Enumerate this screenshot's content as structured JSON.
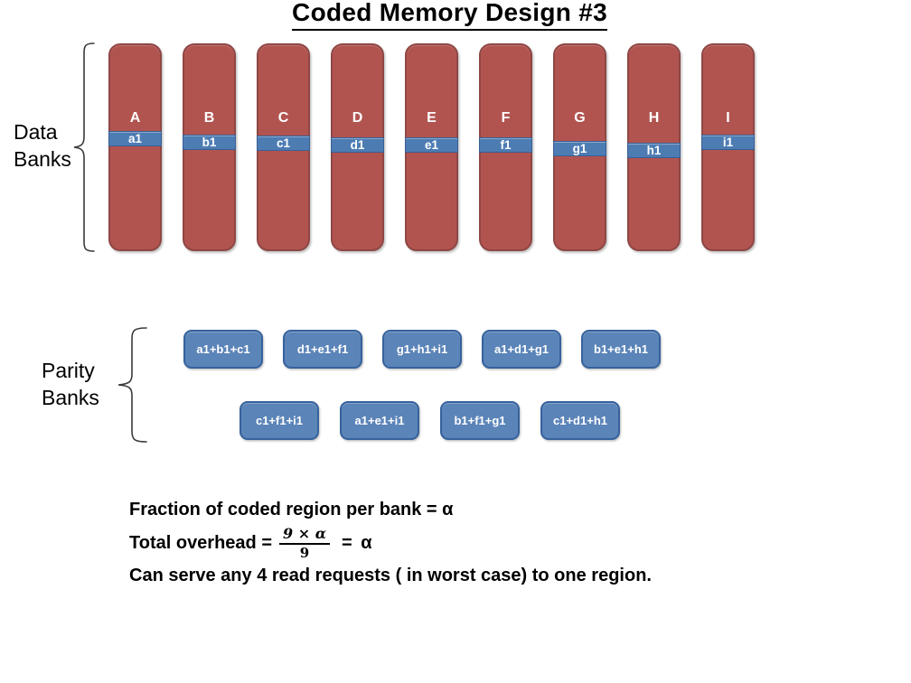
{
  "slide_title": "Coded Memory Design #3",
  "data_banks": {
    "label": "Data Banks",
    "banks": [
      {
        "letter": "A",
        "cell": "a1"
      },
      {
        "letter": "B",
        "cell": "b1"
      },
      {
        "letter": "C",
        "cell": "c1"
      },
      {
        "letter": "D",
        "cell": "d1"
      },
      {
        "letter": "E",
        "cell": "e1"
      },
      {
        "letter": "F",
        "cell": "f1"
      },
      {
        "letter": "G",
        "cell": "g1"
      },
      {
        "letter": "H",
        "cell": "h1"
      },
      {
        "letter": "I",
        "cell": "i1"
      }
    ]
  },
  "parity_banks": {
    "label": "Parity Banks",
    "row1": [
      "a1+b1+c1",
      "d1+e1+f1",
      "g1+h1+i1",
      "a1+d1+g1",
      "b1+e1+h1"
    ],
    "row2": [
      "c1+f1+i1",
      "a1+e1+i1",
      "b1+f1+g1",
      "c1+d1+h1"
    ]
  },
  "notes": {
    "fraction_line": "Fraction of coded region per bank = α",
    "overhead_prefix": "Total overhead =",
    "overhead_numerator": "9 × α",
    "overhead_denominator": "9",
    "overhead_result": "= α",
    "serve_line": "Can serve any 4 read requests ( in worst case) to one region."
  },
  "colors": {
    "data_bank_fill": "#b15450",
    "data_bank_border": "#8f4744",
    "cell_stripe_fill": "#4d7cb3",
    "cell_stripe_border": "#385f94",
    "parity_fill": "#5b84b8",
    "parity_border": "#36629c",
    "text": "#000000"
  }
}
